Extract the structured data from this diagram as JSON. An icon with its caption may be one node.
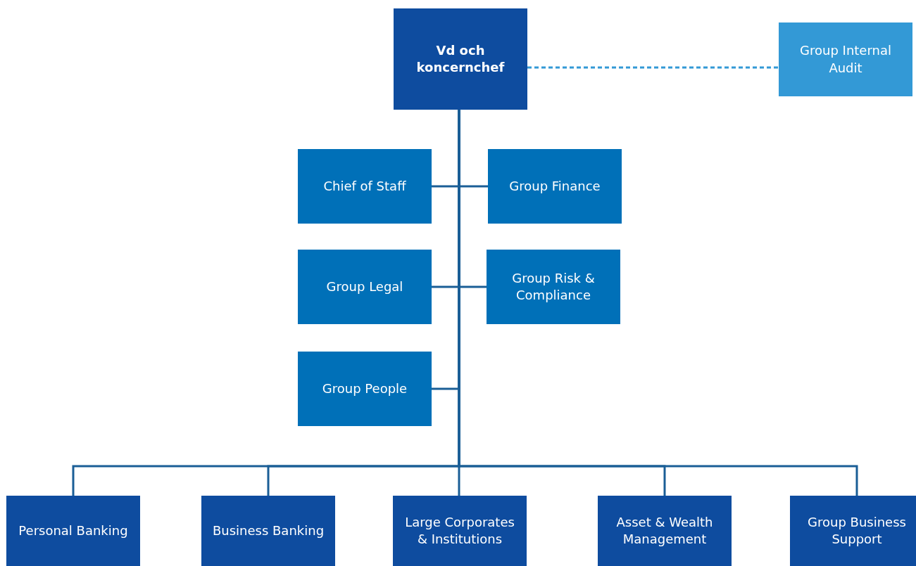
{
  "diagram": {
    "nodes": [
      {
        "text": [
          "Vd och koncernchef"
        ]
      },
      {
        "text": [
          "Group Internal Audit"
        ]
      },
      {
        "text": [
          "Chief of Staff"
        ]
      },
      {
        "text": [
          "Group Finance"
        ]
      },
      {
        "text": [
          "Group Legal"
        ]
      },
      {
        "text": [
          "Group Risk & Compliance"
        ]
      },
      {
        "text": [
          "Group People"
        ]
      },
      {
        "text": [
          "Personal Banking"
        ]
      },
      {
        "text": [
          "Business Banking"
        ]
      },
      {
        "text": [
          "Large Corporates & Institutions"
        ]
      },
      {
        "text": [
          "Asset & Wealth Management"
        ]
      },
      {
        "text": [
          "Group Business Support"
        ]
      }
    ],
    "edges": [
      {
        "from": 0,
        "to": 1,
        "arrow": "none",
        "style": "dashed",
        "color": "#3399d6"
      },
      {
        "from": 0,
        "to": 2,
        "arrow": "none"
      },
      {
        "from": 0,
        "to": 3,
        "arrow": "none"
      },
      {
        "from": 0,
        "to": 4,
        "arrow": "none"
      },
      {
        "from": 0,
        "to": 5,
        "arrow": "none"
      },
      {
        "from": 0,
        "to": 6,
        "arrow": "none"
      },
      {
        "from": 0,
        "to": 7,
        "arrow": "none"
      },
      {
        "from": 0,
        "to": 8,
        "arrow": "none"
      },
      {
        "from": 0,
        "to": 9,
        "arrow": "none"
      },
      {
        "from": 0,
        "to": 10,
        "arrow": "none"
      },
      {
        "from": 0,
        "to": 11,
        "arrow": "none"
      }
    ]
  }
}
